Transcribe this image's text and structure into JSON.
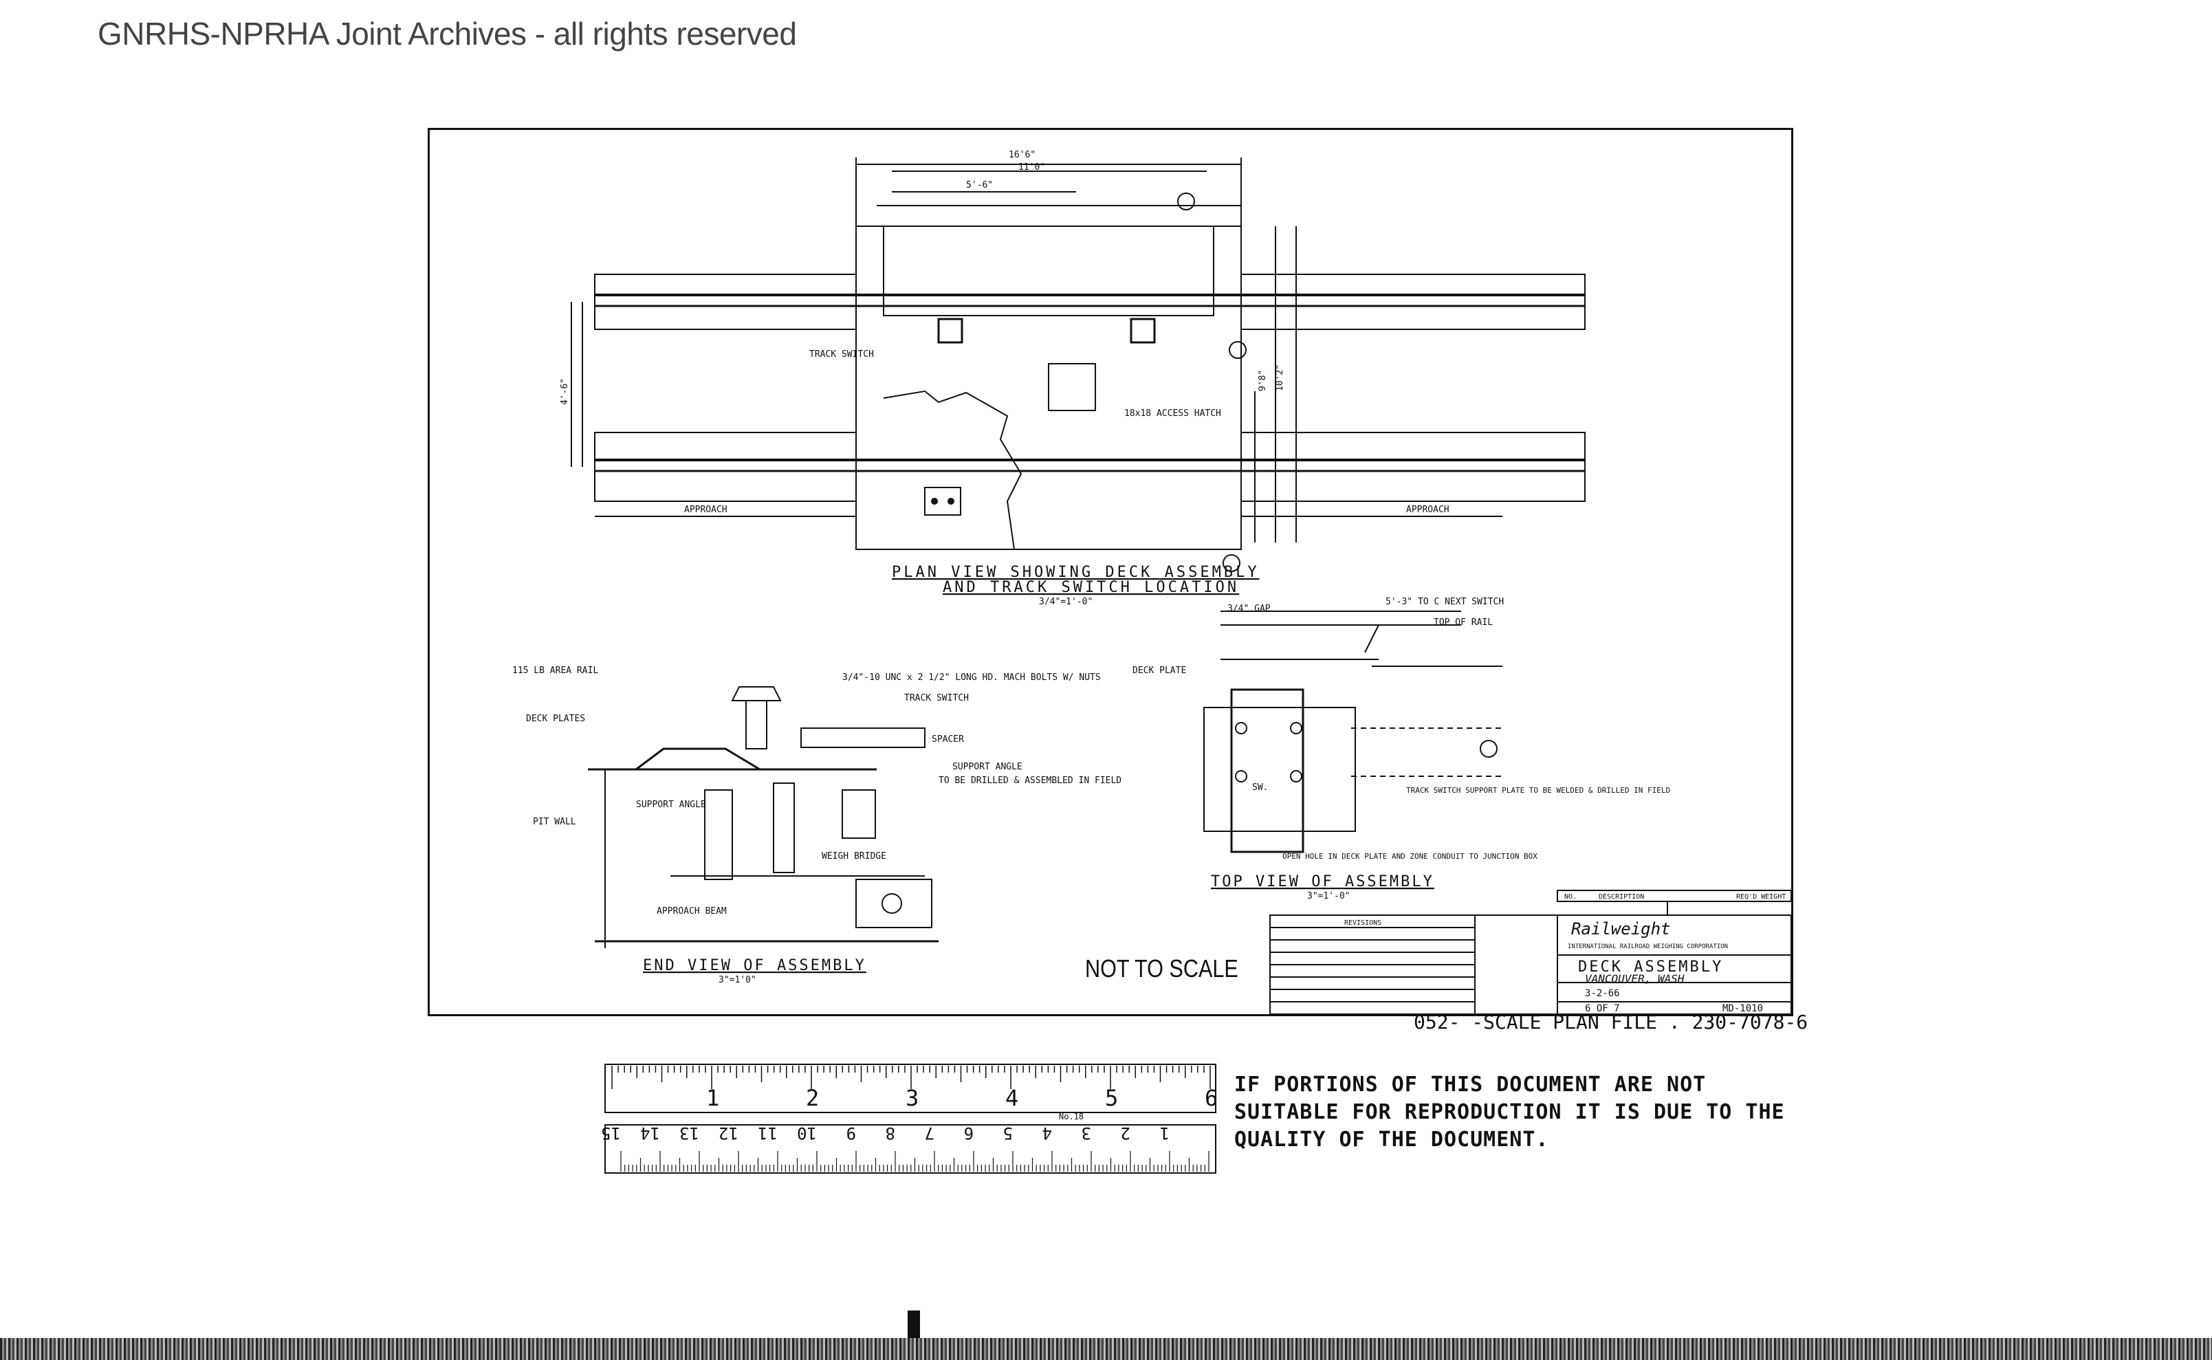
{
  "header": "GNRHS-NPRHA Joint Archives - all rights reserved",
  "drawing": {
    "plan_view": {
      "title_line1": "PLAN VIEW SHOWING DECK ASSEMBLY",
      "title_line2": "AND TRACK SWITCH LOCATION",
      "scale": "3/4\"=1'-0\"",
      "labels": {
        "approach_left": "APPROACH",
        "approach_right": "APPROACH",
        "track_switch": "TRACK SWITCH",
        "access_hatch": "18x18 ACCESS HATCH",
        "dim_overall": "16'6\"",
        "dim_inner": "11'0\"",
        "dim_5_6": "5'-6\"",
        "dim_height": "10'2\"",
        "dim_9_8": "9'8\"",
        "dim_4_6": "4'-6\""
      }
    },
    "end_view": {
      "title": "END VIEW OF ASSEMBLY",
      "scale": "3\"=1'0\"",
      "labels": {
        "rail": "115 LB AREA RAIL",
        "bolts": "3/4\"-10 UNC x 2 1/2\" LONG HD. MACH BOLTS W/ NUTS",
        "track_switch": "TRACK SWITCH",
        "deck_plates": "DECK PLATES",
        "spacer": "SPACER",
        "support_angle_r": "SUPPORT ANGLE",
        "drilled": "TO BE DRILLED & ASSEMBLED IN FIELD",
        "support_angle_l": "SUPPORT ANGLE",
        "pit_wall": "PIT WALL",
        "weigh_bridge": "WEIGH BRIDGE",
        "approach_beam": "APPROACH BEAM"
      }
    },
    "top_view": {
      "title": "TOP VIEW OF ASSEMBLY",
      "scale": "3\"=1'-0\"",
      "labels": {
        "gap": "3/4\" GAP",
        "next_switch": "5'-3\" TO C NEXT SWITCH",
        "top_of_rail": "TOP OF RAIL",
        "deck_plate": "DECK PLATE",
        "switch_support": "TRACK SWITCH SUPPORT PLATE TO BE WELDED & DRILLED IN FIELD",
        "open_hole": "OPEN HOLE IN DECK PLATE AND ZONE CONDUIT TO JUNCTION BOX",
        "switch_box": "SW."
      }
    },
    "title_block": {
      "revisions_header": "NO.",
      "description": "DESCRIPTION",
      "req_weight": "REQ'D WEIGHT",
      "revisions": "REVISIONS",
      "company": "Railweight",
      "company_sub": "INTERNATIONAL RAILROAD WEIGHING CORPORATION",
      "drawing_title": "DECK ASSEMBLY",
      "location": "VANCOUVER, WASH",
      "date": "3-2-66",
      "sheet": "6 OF 7",
      "dwg_no": "MD-1010"
    }
  },
  "not_to_scale": "NOT TO SCALE",
  "plan_file": "052-  -SCALE  PLAN FILE . 230-7078-6",
  "ruler": {
    "inches": [
      "1",
      "2",
      "3",
      "4",
      "5",
      "6"
    ],
    "cm": [
      "1",
      "2",
      "3",
      "4",
      "5",
      "6",
      "7",
      "8",
      "9",
      "10",
      "11",
      "12",
      "13",
      "14",
      "15"
    ],
    "mark": "No.18"
  },
  "notice": "IF PORTIONS OF THIS DOCUMENT ARE NOT SUITABLE FOR REPRODUCTION IT IS DUE TO THE QUALITY OF THE DOCUMENT."
}
